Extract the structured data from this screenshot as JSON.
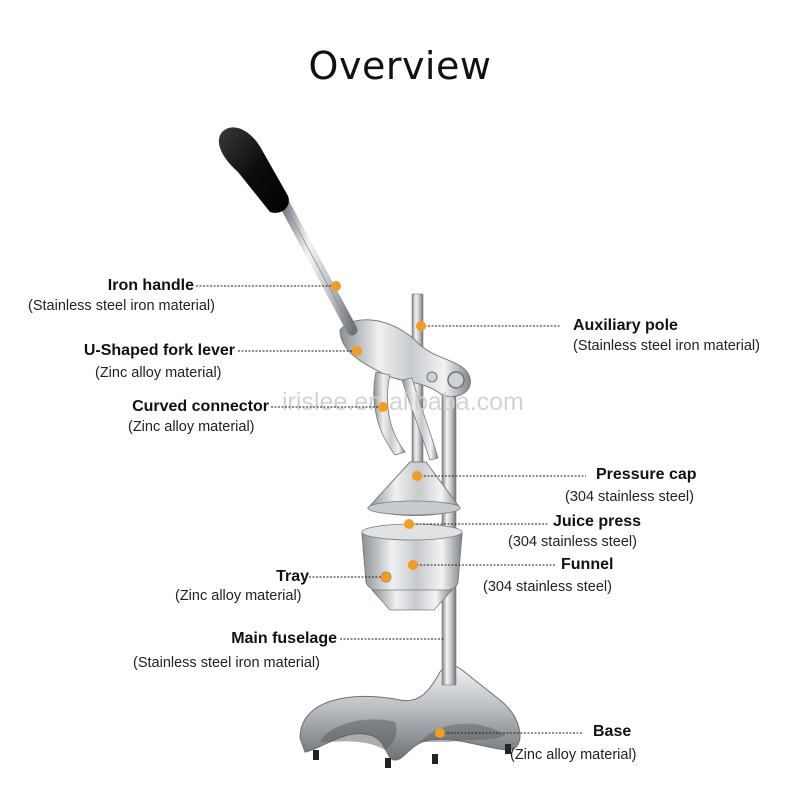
{
  "title": "Overview",
  "watermark": "irislee.en.alibaba.com",
  "colors": {
    "marker": "#f39c1f",
    "leader": "#222222",
    "handle": "#111111",
    "steel_light": "#e6e8ea",
    "steel_dark": "#8a8f94"
  },
  "labels": [
    {
      "name": "Iron handle",
      "material": "(Stainless steel iron material)"
    },
    {
      "name": "U-Shaped fork lever",
      "material": "(Zinc alloy material)"
    },
    {
      "name": "Curved connector",
      "material": "(Zinc alloy material)"
    },
    {
      "name": "Tray",
      "material": "(Zinc alloy material)"
    },
    {
      "name": "Main fuselage",
      "material": "(Stainless steel iron material)"
    },
    {
      "name": "Auxiliary pole",
      "material": "(Stainless steel iron material)"
    },
    {
      "name": "Pressure cap",
      "material": "(304 stainless steel)"
    },
    {
      "name": "Juice press",
      "material": "(304 stainless steel)"
    },
    {
      "name": "Funnel",
      "material": "(304 stainless steel)"
    },
    {
      "name": "Base",
      "material": "(Zinc alloy material)"
    }
  ]
}
